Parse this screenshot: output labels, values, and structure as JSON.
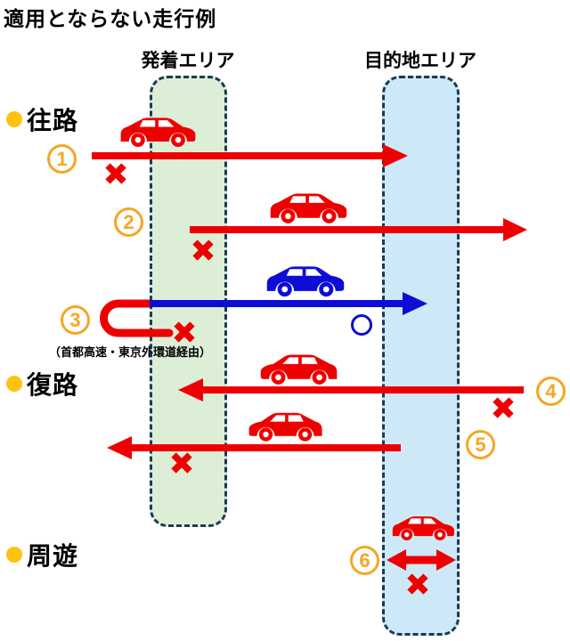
{
  "title": "適用とならない走行例",
  "zones": {
    "departure": {
      "label": "発着エリア",
      "fill": "#dcefd6",
      "border": "#1b3a55"
    },
    "destination": {
      "label": "目的地エリア",
      "fill": "#cde9f8",
      "border": "#1b3a55"
    }
  },
  "sections": {
    "outbound": {
      "label": "往路"
    },
    "return": {
      "label": "復路"
    },
    "excursion": {
      "label": "周遊"
    }
  },
  "examples": [
    {
      "number": "1",
      "section": "outbound",
      "direction": "right",
      "car_color": "#ee0000",
      "arrow_color": "#ee0000",
      "result_mark": "×"
    },
    {
      "number": "2",
      "section": "outbound",
      "direction": "right",
      "car_color": "#ee0000",
      "arrow_color": "#ee0000",
      "result_mark": "×"
    },
    {
      "number": "3",
      "section": "outbound",
      "direction": "right",
      "car_color": "#0d0dd6",
      "arrow_color": "#0d0dd6",
      "result_mark": "×",
      "ok_mark": "○",
      "note": "（首都高速・東京外環道経由）"
    },
    {
      "number": "4",
      "section": "return",
      "direction": "left",
      "car_color": "#ee0000",
      "arrow_color": "#ee0000",
      "result_mark": "×"
    },
    {
      "number": "5",
      "section": "return",
      "direction": "left",
      "car_color": "#ee0000",
      "arrow_color": "#ee0000",
      "result_mark": "×"
    },
    {
      "number": "6",
      "section": "excursion",
      "direction": "both",
      "car_color": "#ee0000",
      "arrow_color": "#ee0000",
      "result_mark": "×"
    }
  ],
  "colors": {
    "red": "#ee0000",
    "blue": "#0d0dd6",
    "badge_gold": "#f5a623",
    "bullet_orange": "#ffc20e",
    "zone_green": "#dcefd6",
    "zone_blue": "#cde9f8",
    "zone_border": "#1b3a55"
  }
}
